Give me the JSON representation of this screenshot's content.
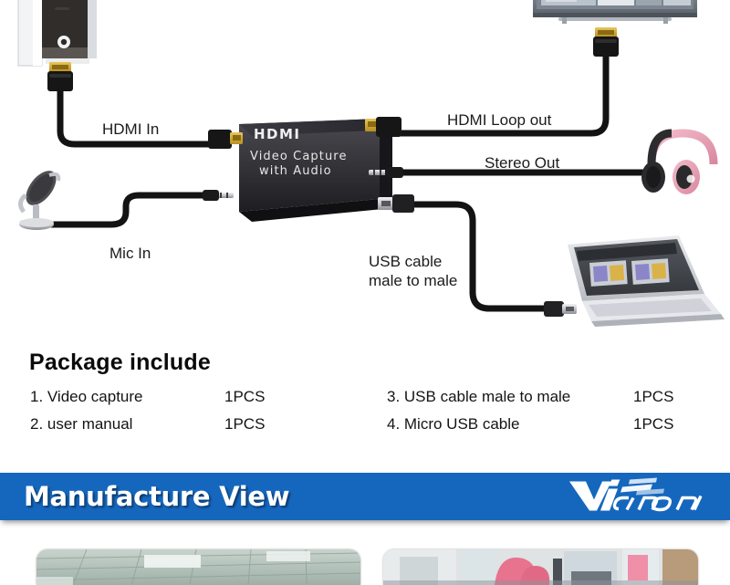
{
  "diagram": {
    "device": {
      "brand_text": "HDMI",
      "line1": "Video   Capture",
      "line2": "with Audio"
    },
    "labels": {
      "hdmi_in": "HDMI In",
      "hdmi_loop_out": "HDMI Loop out",
      "stereo_out": "Stereo Out",
      "mic_in": "Mic In",
      "usb_cable": "USB cable\nmale to male"
    },
    "devices": {
      "console": "game-console",
      "tv": "television",
      "headphones": "headphones",
      "microphone": "microphone",
      "laptop": "laptop"
    }
  },
  "package": {
    "title": "Package include",
    "items": [
      {
        "index": "1.",
        "name": "Video capture",
        "qty": "1PCS"
      },
      {
        "index": "2.",
        "name": "user manual",
        "qty": "1PCS"
      },
      {
        "index": "3.",
        "name": "USB cable male to male",
        "qty": "1PCS"
      },
      {
        "index": "4.",
        "name": "Micro USB cable",
        "qty": "1PCS"
      }
    ]
  },
  "banner": {
    "title": "Manufacture View",
    "logo_text": "Vision",
    "background_color": "#1567be",
    "text_color": "#ffffff"
  },
  "photos": [
    {
      "caption": "factory-ceiling-workshop"
    },
    {
      "caption": "production-line-worker"
    }
  ]
}
